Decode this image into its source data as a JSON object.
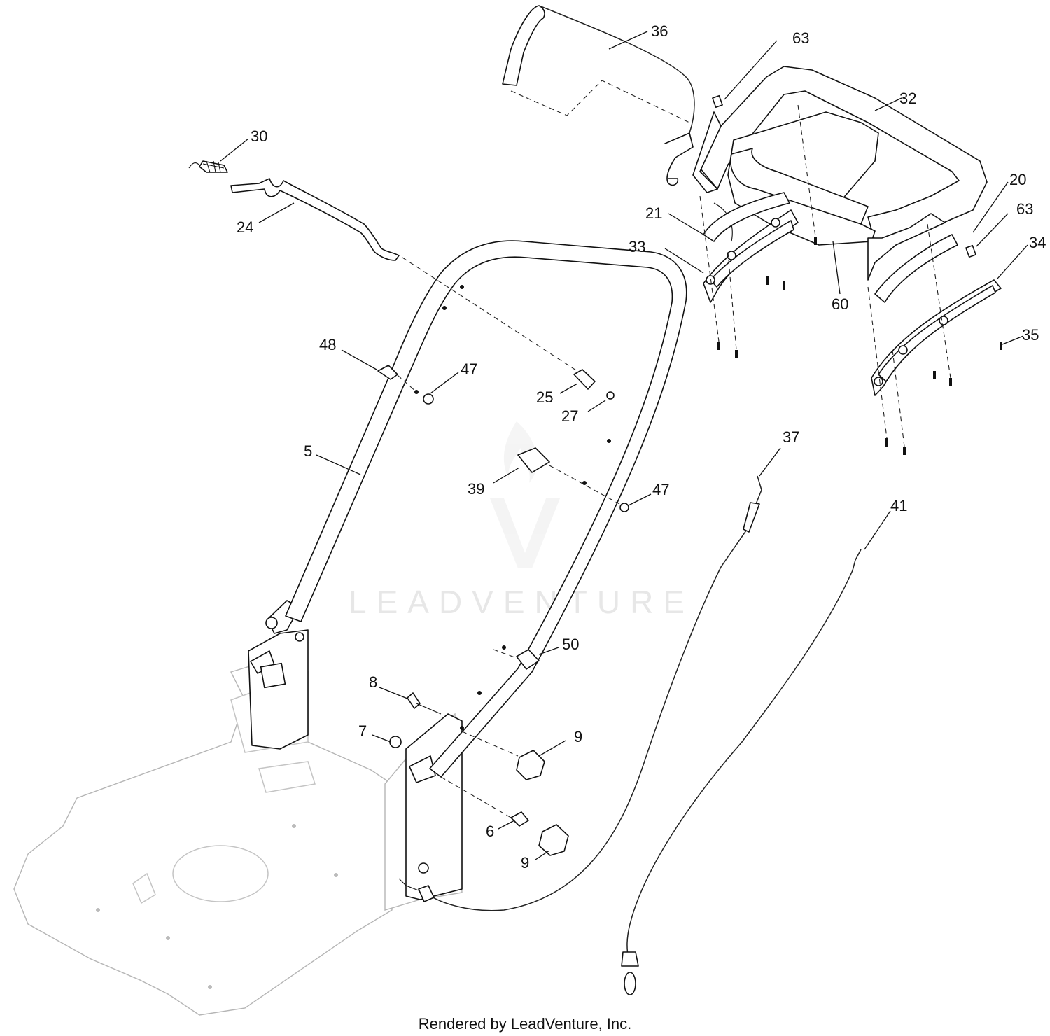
{
  "callouts": [
    {
      "id": "c36",
      "label": "36"
    },
    {
      "id": "c63a",
      "label": "63"
    },
    {
      "id": "c32",
      "label": "32"
    },
    {
      "id": "c30",
      "label": "30"
    },
    {
      "id": "c24",
      "label": "24"
    },
    {
      "id": "c21",
      "label": "21"
    },
    {
      "id": "c33",
      "label": "33"
    },
    {
      "id": "c20",
      "label": "20"
    },
    {
      "id": "c63b",
      "label": "63"
    },
    {
      "id": "c34",
      "label": "34"
    },
    {
      "id": "c60",
      "label": "60"
    },
    {
      "id": "c35",
      "label": "35"
    },
    {
      "id": "c48",
      "label": "48"
    },
    {
      "id": "c47a",
      "label": "47"
    },
    {
      "id": "c25",
      "label": "25"
    },
    {
      "id": "c27",
      "label": "27"
    },
    {
      "id": "c5",
      "label": "5"
    },
    {
      "id": "c37",
      "label": "37"
    },
    {
      "id": "c39",
      "label": "39"
    },
    {
      "id": "c47b",
      "label": "47"
    },
    {
      "id": "c41",
      "label": "41"
    },
    {
      "id": "c50",
      "label": "50"
    },
    {
      "id": "c8",
      "label": "8"
    },
    {
      "id": "c7",
      "label": "7"
    },
    {
      "id": "c9a",
      "label": "9"
    },
    {
      "id": "c6",
      "label": "6"
    },
    {
      "id": "c9b",
      "label": "9"
    }
  ],
  "watermark": "LEADVENTURE",
  "footer": "Rendered by LeadVenture, Inc."
}
